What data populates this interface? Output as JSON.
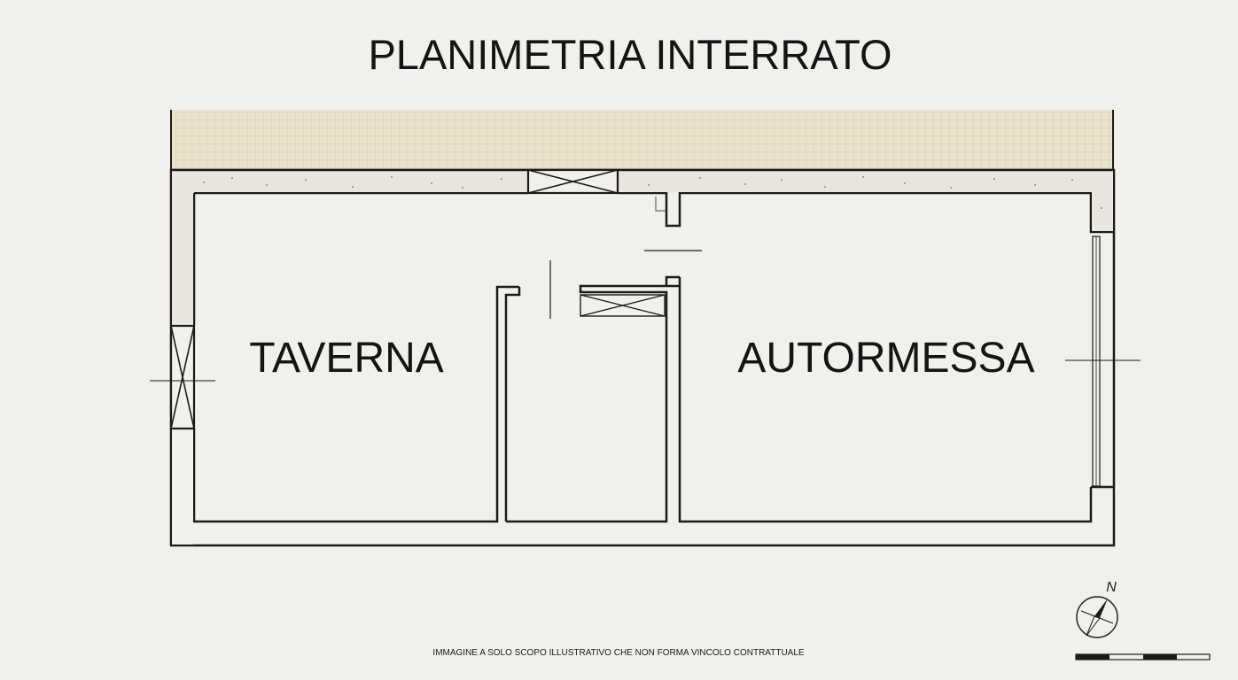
{
  "title": "PLANIMETRIA INTERRATO",
  "rooms": {
    "taverna": "TAVERNA",
    "autormessa": "AUTORMESSA"
  },
  "disclaimer": "IMMAGINE A SOLO SCOPO ILLUSTRATIVO CHE NON FORMA VINCOLO CONTRATTUALE",
  "compass": {
    "north_label": "N"
  },
  "colors": {
    "background": "#f1f0ec",
    "wall_line": "#1a1a1a",
    "terrace_fill": "#ece3cd",
    "terrace_grid": "#d7c9aa",
    "concrete_fill": "#e8e6df"
  },
  "icons": [
    "compass-icon",
    "scale-bar-icon"
  ]
}
